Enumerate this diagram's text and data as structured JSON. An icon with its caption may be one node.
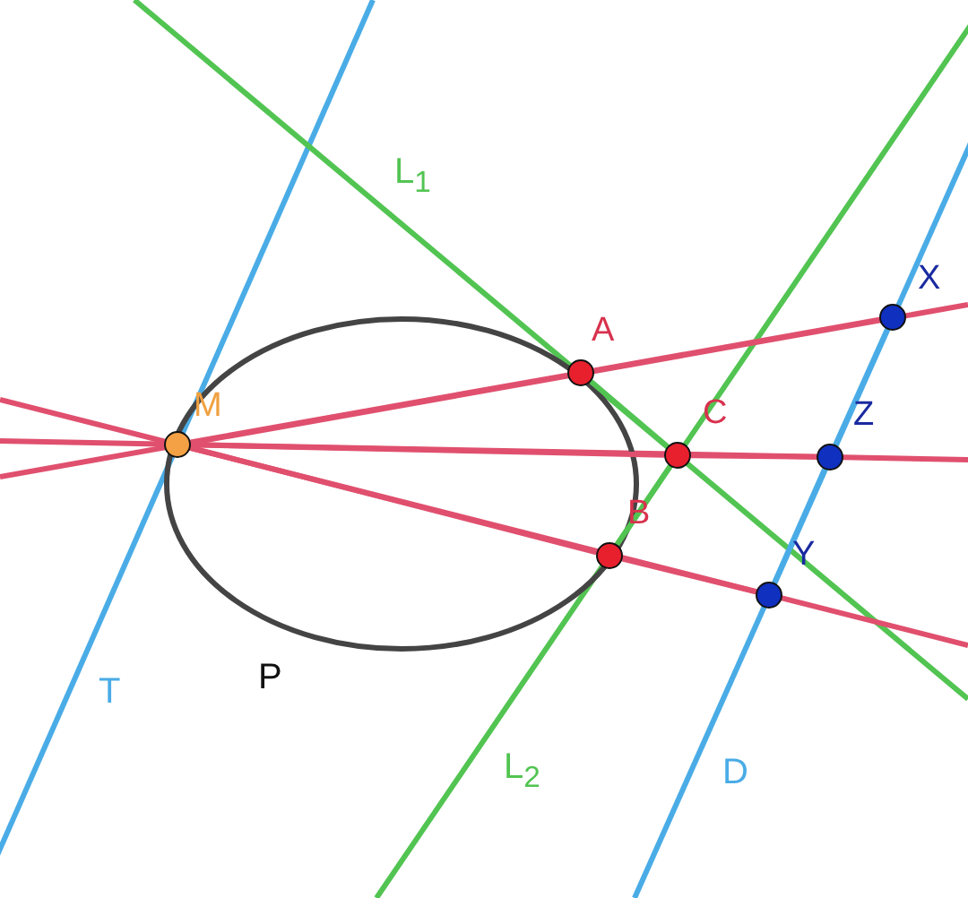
{
  "diagram": {
    "nodes": [
      {
        "text": [],
        "shape": "circle",
        "beside": [
          "M"
        ]
      },
      {
        "text": [],
        "shape": "circle",
        "beside": [
          "A"
        ]
      },
      {
        "text": [],
        "shape": "circle",
        "beside": [
          "C"
        ]
      },
      {
        "text": [],
        "shape": "circle",
        "beside": [
          "B"
        ]
      },
      {
        "text": [],
        "shape": "circle",
        "beside": [
          "X"
        ]
      },
      {
        "text": [],
        "shape": "circle",
        "beside": [
          "Z"
        ]
      },
      {
        "text": [],
        "shape": "circle",
        "beside": [
          "Y"
        ]
      }
    ],
    "edges": [
      {
        "from": 0,
        "to": 1,
        "arrow": "none"
      },
      {
        "from": 1,
        "to": 4,
        "arrow": "none"
      },
      {
        "from": 0,
        "to": 2,
        "arrow": "none"
      },
      {
        "from": 2,
        "to": 5,
        "arrow": "none"
      },
      {
        "from": 0,
        "to": 3,
        "arrow": "none"
      },
      {
        "from": 3,
        "to": 6,
        "arrow": "none"
      },
      {
        "from": 1,
        "to": 2,
        "arrow": "none",
        "color": "#52c452"
      },
      {
        "from": 2,
        "to": 3,
        "arrow": "none",
        "color": "#52c452"
      },
      {
        "from": 4,
        "to": 5,
        "arrow": "none",
        "color": "#4aace6"
      },
      {
        "from": 5,
        "to": 6,
        "arrow": "none",
        "color": "#4aace6"
      }
    ],
    "labels": [
      "L$_{1}$",
      "L$_{2}$",
      "T",
      "P",
      "D"
    ]
  }
}
